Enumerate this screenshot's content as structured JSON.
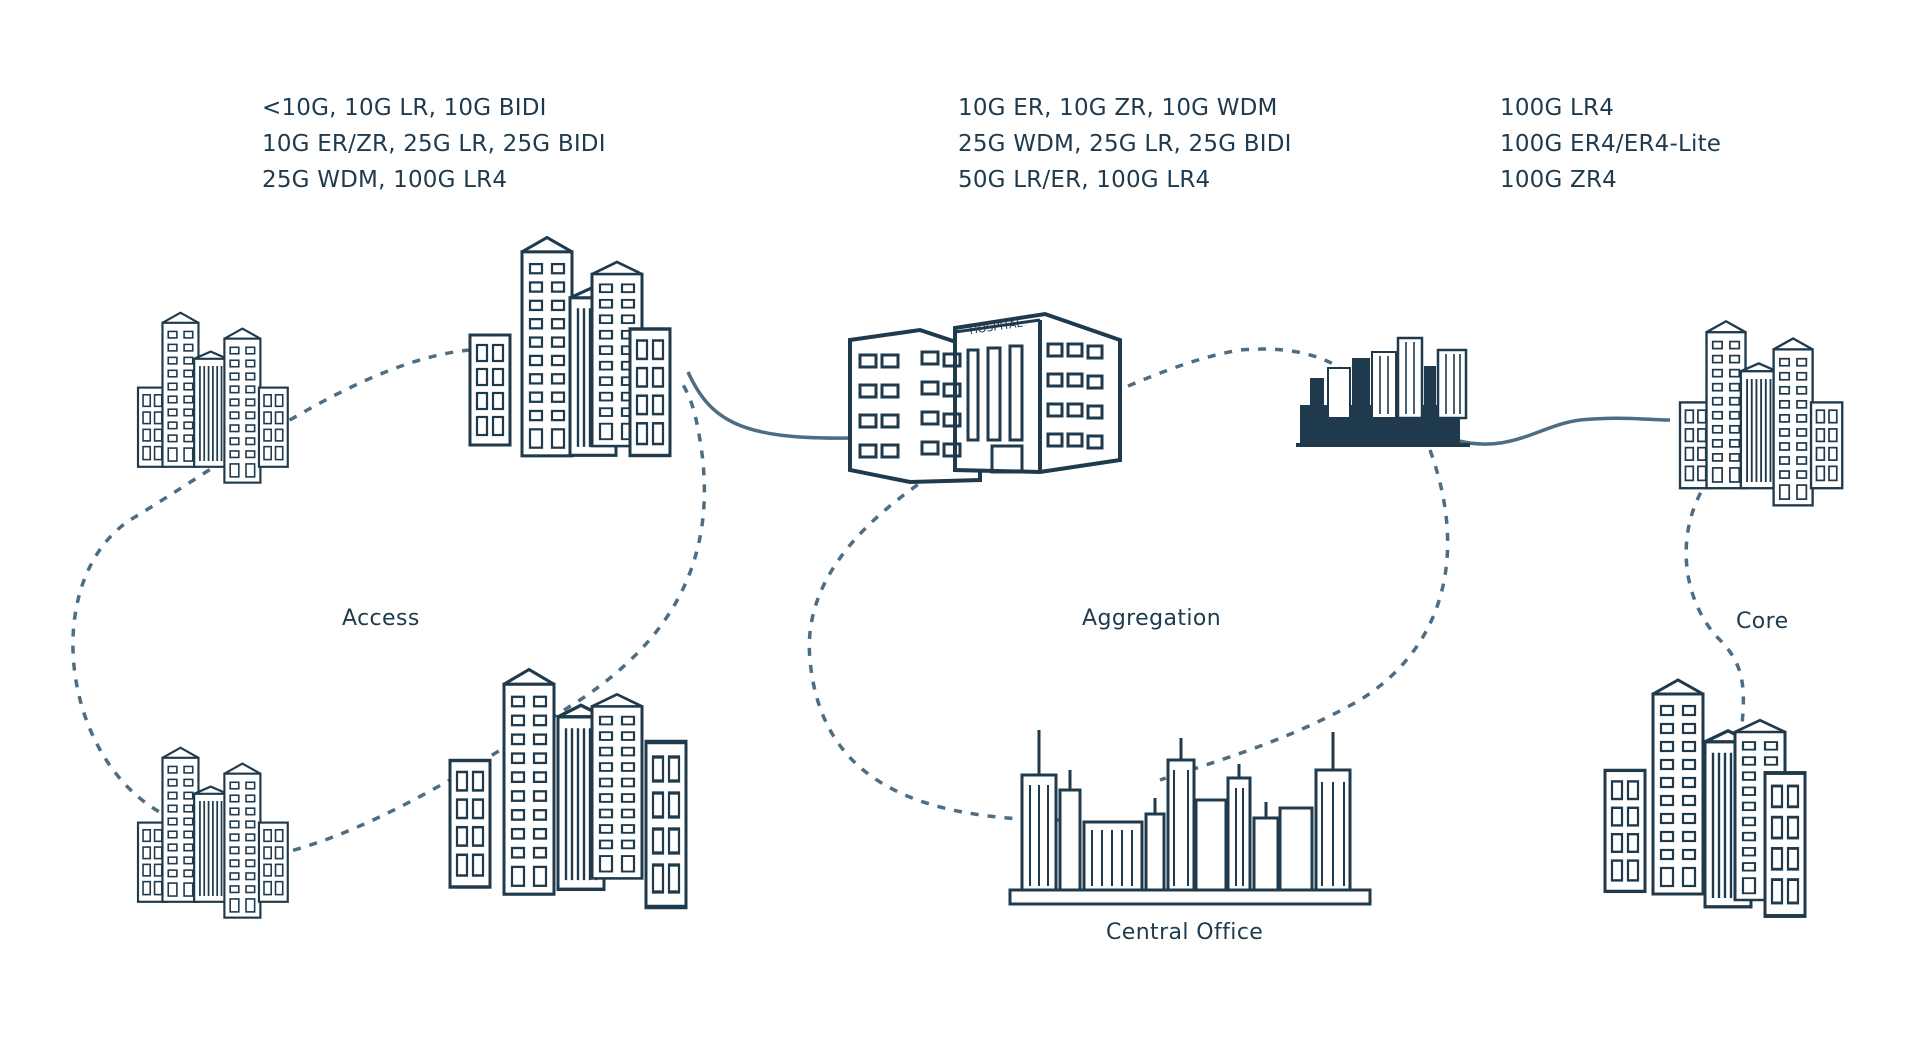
{
  "specs": {
    "access": [
      "<10G, 10G LR, 10G BIDI",
      "10G ER/ZR,  25G LR, 25G BIDI",
      "25G WDM, 100G LR4"
    ],
    "aggregation": [
      "10G ER, 10G ZR, 10G WDM",
      "25G WDM,  25G LR, 25G BIDI",
      "50G LR/ER, 100G LR4"
    ],
    "core": [
      "100G LR4",
      "100G ER4/ER4-Lite",
      "100G ZR4"
    ]
  },
  "labels": {
    "access": "Access",
    "aggregation": "Aggregation",
    "core": "Core",
    "central_office": "Central Office",
    "hospital_sign": "HOSPITAL"
  },
  "colors": {
    "ink": "#1f3a4d",
    "link": "#4e6d82",
    "background": "#ffffff"
  }
}
